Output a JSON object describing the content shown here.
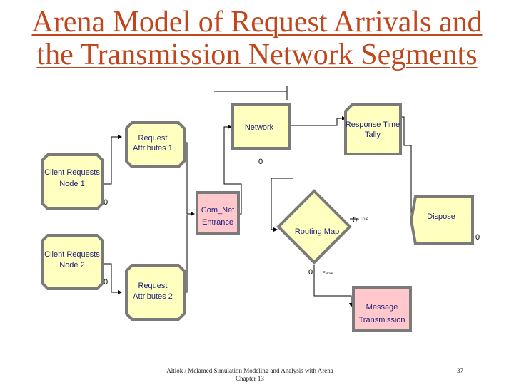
{
  "title": {
    "line1": "Arena Model of Request Arrivals and",
    "line2": "the Transmission Network Segments"
  },
  "modules": {
    "client1": [
      "Client Requests",
      "Node 1"
    ],
    "client2": [
      "Client Requests",
      "Node 2"
    ],
    "attr1": [
      "Request",
      "Attributes 1"
    ],
    "attr2": [
      "Request",
      "Attributes 2"
    ],
    "entrance": [
      "Com_Net",
      "Entrance"
    ],
    "network": [
      "Network"
    ],
    "response": [
      "Response Time",
      "Tally"
    ],
    "routing": [
      "Routing Map"
    ],
    "dispose": [
      "Dispose"
    ],
    "message": [
      "Message",
      "Transmission"
    ]
  },
  "counters": {
    "client1": "0",
    "client2": "0",
    "network": "0",
    "routing_true": "0",
    "routing_false": "0",
    "dispose": "0"
  },
  "branch_labels": {
    "true": "True",
    "false": "False"
  },
  "footer": {
    "line1": "Altiok / Melamed   Simulation Modeling and Analysis with Arena",
    "line2": "Chapter 13",
    "page": "37"
  },
  "colors": {
    "title": "#c0461c",
    "module_fill": "#ffffc0",
    "entity_fill": "#ffc8cc",
    "module_text": "#1c1c7a"
  }
}
